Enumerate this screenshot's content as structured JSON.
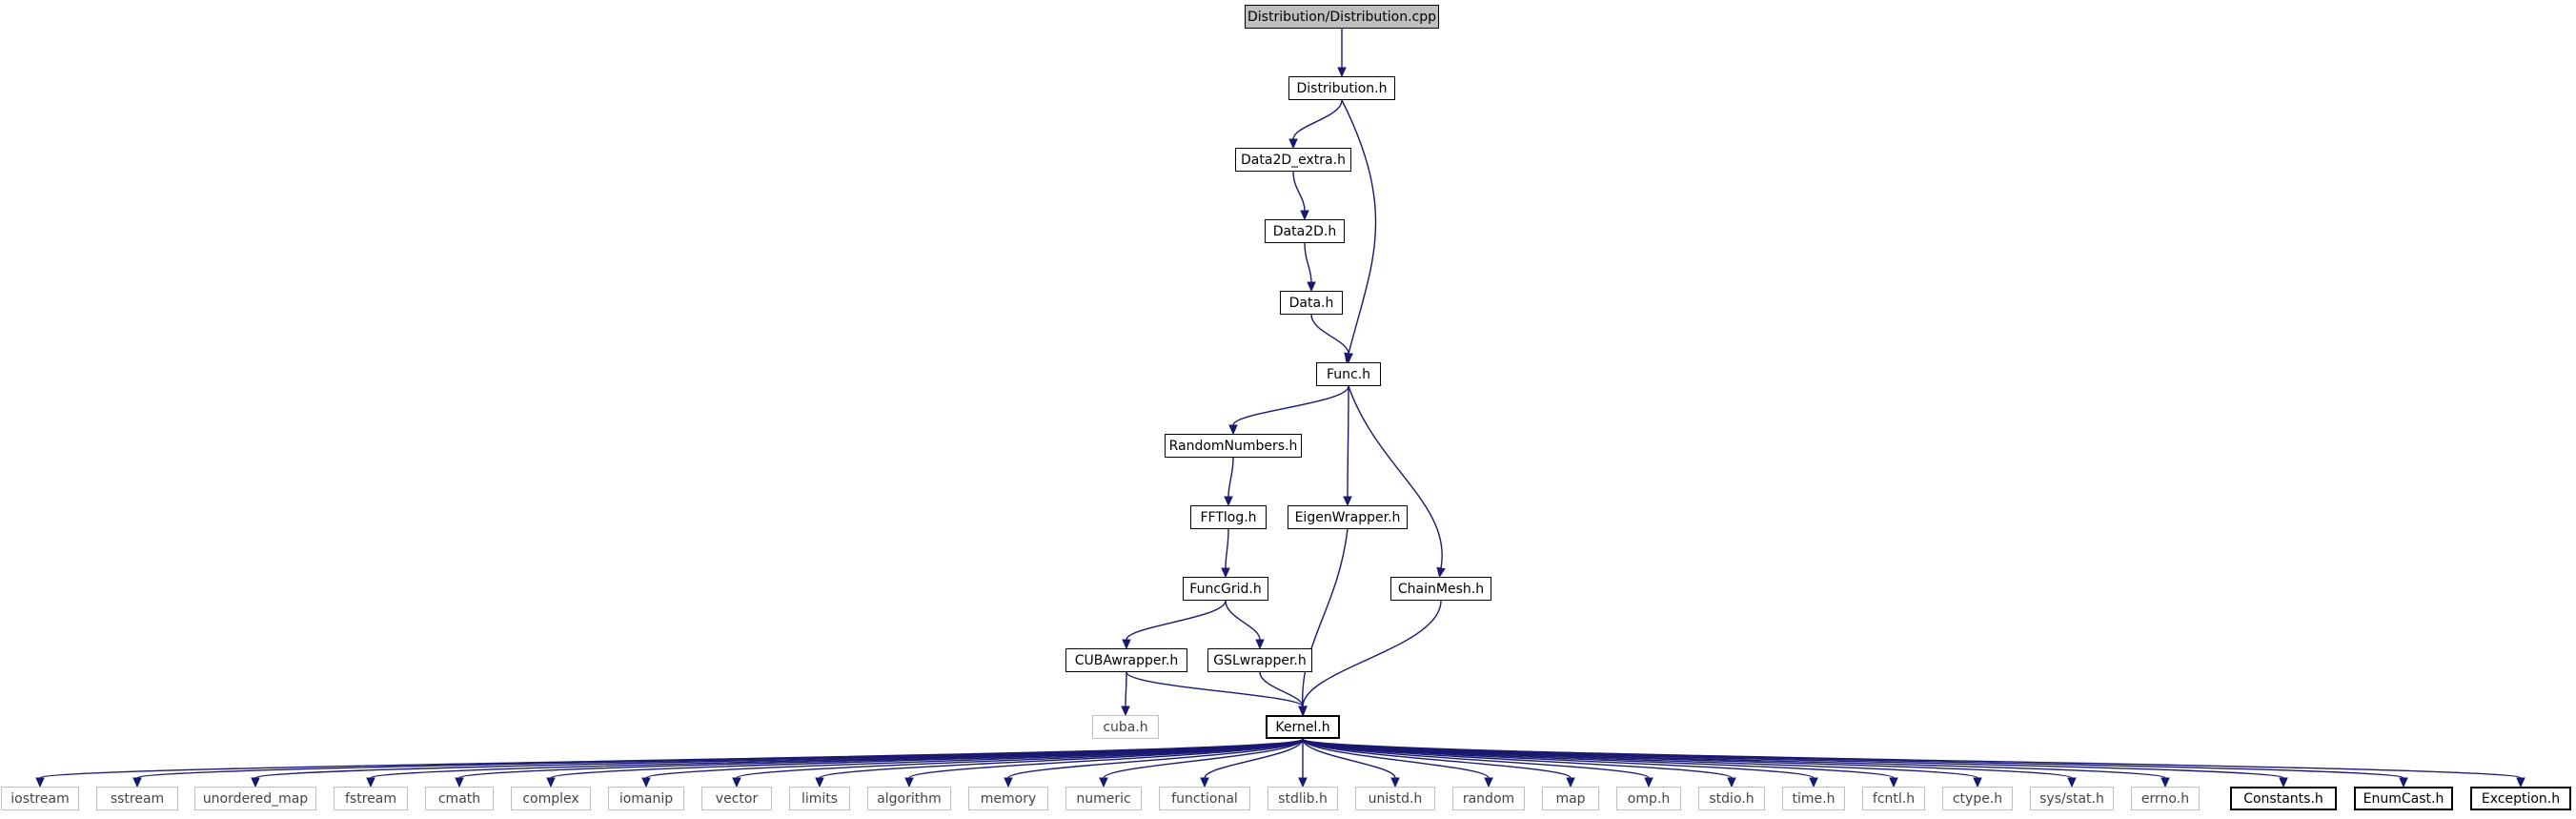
{
  "graph": {
    "colors": {
      "edge": "#191970",
      "node_border": "#000000",
      "system_border": "#bfbfbf",
      "root_fill": "#bfbfbf",
      "background": "#ffffff"
    },
    "nodes": {
      "root": "Distribution/Distribution.cpp",
      "distribution_h": "Distribution.h",
      "data2d_extra_h": "Data2D_extra.h",
      "data2d_h": "Data2D.h",
      "data_h": "Data.h",
      "func_h": "Func.h",
      "randomnumbers_h": "RandomNumbers.h",
      "fftlog_h": "FFTlog.h",
      "funcgrid_h": "FuncGrid.h",
      "cubawrapper_h": "CUBAwrapper.h",
      "gslwrapper_h": "GSLwrapper.h",
      "eigenwrapper_h": "EigenWrapper.h",
      "chainmesh_h": "ChainMesh.h",
      "cuba_h": "cuba.h",
      "kernel_h": "Kernel.h",
      "iostream": "iostream",
      "sstream": "sstream",
      "unordered_map": "unordered_map",
      "fstream": "fstream",
      "cmath": "cmath",
      "complex": "complex",
      "iomanip": "iomanip",
      "vector": "vector",
      "limits": "limits",
      "algorithm": "algorithm",
      "memory": "memory",
      "numeric": "numeric",
      "functional": "functional",
      "stdlib_h": "stdlib.h",
      "unistd_h": "unistd.h",
      "random": "random",
      "map": "map",
      "omp_h": "omp.h",
      "stdio_h": "stdio.h",
      "time_h": "time.h",
      "fcntl_h": "fcntl.h",
      "ctype_h": "ctype.h",
      "sys_stat_h": "sys/stat.h",
      "errno_h": "errno.h",
      "constants_h": "Constants.h",
      "enumcast_h": "EnumCast.h",
      "exception_h": "Exception.h"
    },
    "edges": [
      [
        "root",
        "distribution_h"
      ],
      [
        "distribution_h",
        "data2d_extra_h"
      ],
      [
        "distribution_h",
        "func_h"
      ],
      [
        "data2d_extra_h",
        "data2d_h"
      ],
      [
        "data2d_h",
        "data_h"
      ],
      [
        "data_h",
        "func_h"
      ],
      [
        "func_h",
        "randomnumbers_h"
      ],
      [
        "func_h",
        "eigenwrapper_h"
      ],
      [
        "func_h",
        "chainmesh_h"
      ],
      [
        "randomnumbers_h",
        "fftlog_h"
      ],
      [
        "fftlog_h",
        "funcgrid_h"
      ],
      [
        "funcgrid_h",
        "cubawrapper_h"
      ],
      [
        "funcgrid_h",
        "gslwrapper_h"
      ],
      [
        "cubawrapper_h",
        "cuba_h"
      ],
      [
        "cubawrapper_h",
        "kernel_h"
      ],
      [
        "gslwrapper_h",
        "kernel_h"
      ],
      [
        "eigenwrapper_h",
        "kernel_h"
      ],
      [
        "chainmesh_h",
        "kernel_h"
      ],
      [
        "kernel_h",
        "iostream"
      ],
      [
        "kernel_h",
        "sstream"
      ],
      [
        "kernel_h",
        "unordered_map"
      ],
      [
        "kernel_h",
        "fstream"
      ],
      [
        "kernel_h",
        "cmath"
      ],
      [
        "kernel_h",
        "complex"
      ],
      [
        "kernel_h",
        "iomanip"
      ],
      [
        "kernel_h",
        "vector"
      ],
      [
        "kernel_h",
        "limits"
      ],
      [
        "kernel_h",
        "algorithm"
      ],
      [
        "kernel_h",
        "memory"
      ],
      [
        "kernel_h",
        "numeric"
      ],
      [
        "kernel_h",
        "functional"
      ],
      [
        "kernel_h",
        "stdlib_h"
      ],
      [
        "kernel_h",
        "unistd_h"
      ],
      [
        "kernel_h",
        "random"
      ],
      [
        "kernel_h",
        "map"
      ],
      [
        "kernel_h",
        "omp_h"
      ],
      [
        "kernel_h",
        "stdio_h"
      ],
      [
        "kernel_h",
        "time_h"
      ],
      [
        "kernel_h",
        "fcntl_h"
      ],
      [
        "kernel_h",
        "ctype_h"
      ],
      [
        "kernel_h",
        "sys_stat_h"
      ],
      [
        "kernel_h",
        "errno_h"
      ],
      [
        "kernel_h",
        "constants_h"
      ],
      [
        "kernel_h",
        "enumcast_h"
      ],
      [
        "kernel_h",
        "exception_h"
      ]
    ]
  }
}
